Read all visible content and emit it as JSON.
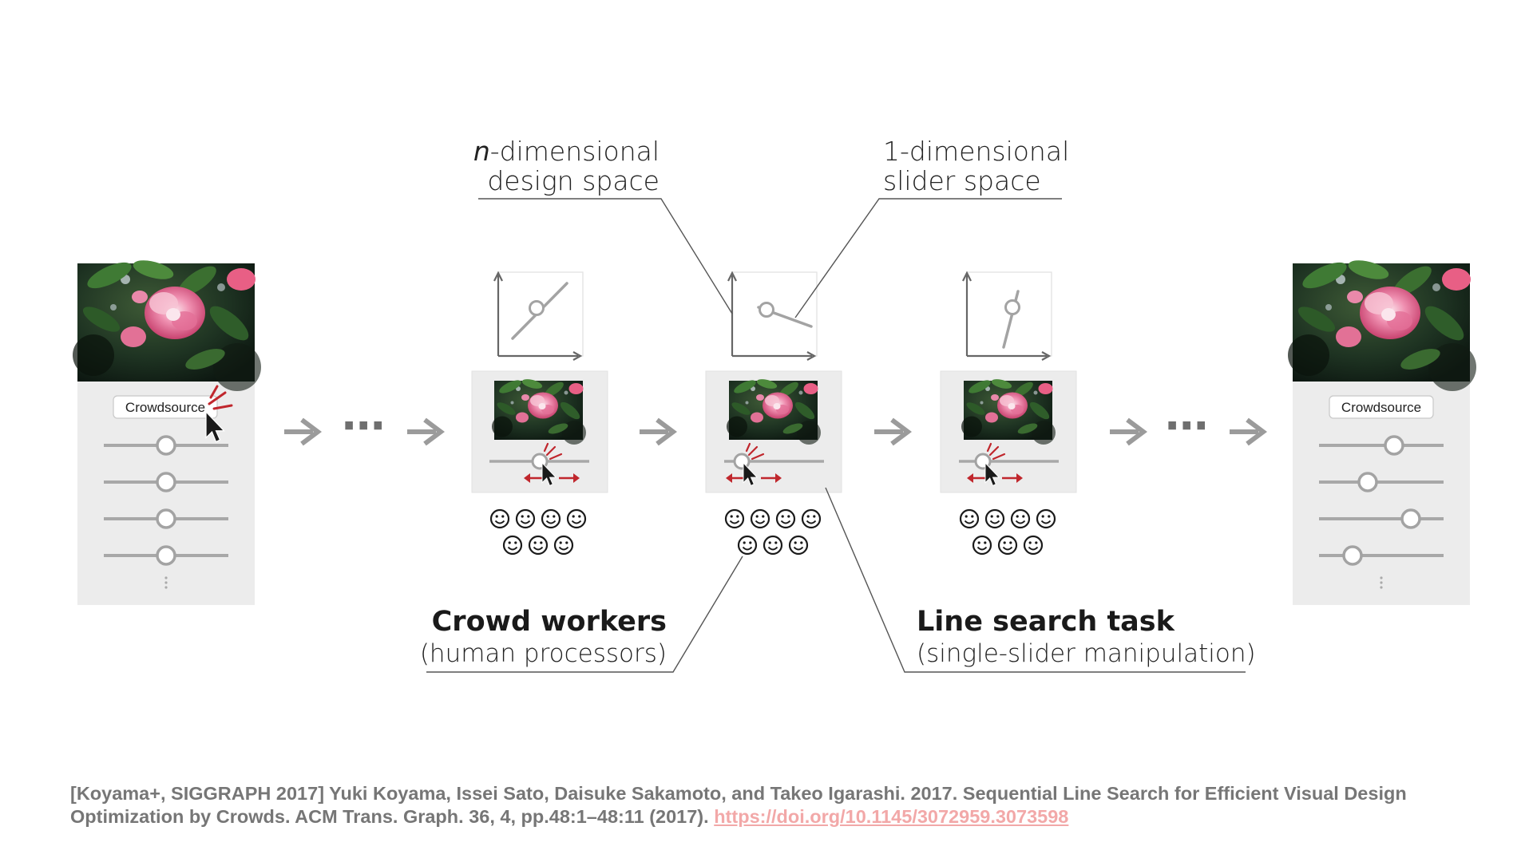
{
  "labels": {
    "design_space_var": "n",
    "design_space_line1_rest": "-dimensional",
    "design_space_line2": "design space",
    "slider_space_line1": "1-dimensional",
    "slider_space_line2": "slider space",
    "crowd_title": "Crowd workers",
    "crowd_subtitle": "(human processors)",
    "task_title": "Line search task",
    "task_subtitle": "(single-slider manipulation)"
  },
  "panels": {
    "initial": {
      "button_label": "Crowdsource",
      "slider_levels": [
        0.5,
        0.5,
        0.5,
        0.5
      ]
    },
    "final": {
      "button_label": "Crowdsource",
      "slider_levels": [
        0.6,
        0.39,
        0.74,
        0.27
      ]
    }
  },
  "flow": {
    "ellipsis": "⋯"
  },
  "citation": {
    "text": "[Koyama+, SIGGRAPH 2017] Yuki Koyama, Issei Sato, Daisuke Sakamoto, and Takeo Igarashi. 2017. Sequential Line Search for Efficient Visual Design Optimization by Crowds. ACM Trans. Graph. 36, 4, pp.48:1–48:11 (2017).",
    "link": "https://doi.org/10.1145/3072959.3073598"
  },
  "colors": {
    "accent_red": "#c0272d",
    "line_gray": "#a8a8a8",
    "arrow_gray": "#9b9b9b",
    "panel_bg": "#ececec",
    "link_pink": "#f2a8a8",
    "citation_gray": "#767676"
  },
  "icons": [
    "flower-photo",
    "cursor-arrow-icon",
    "click-burst-icon",
    "smiley-icon",
    "chevron-arrow-icon",
    "vertical-ellipsis-icon"
  ]
}
